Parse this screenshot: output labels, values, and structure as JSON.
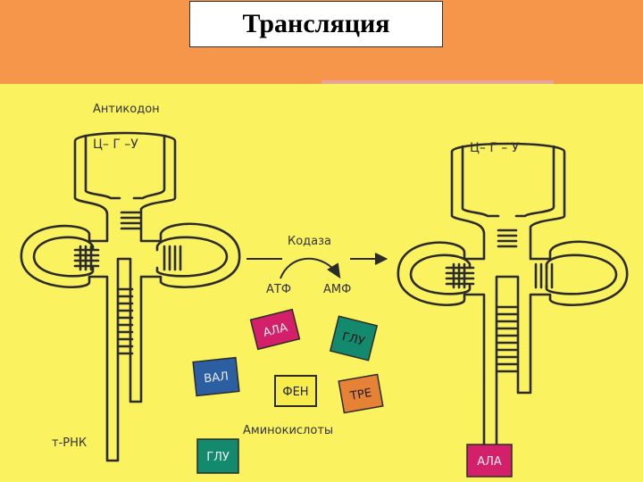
{
  "title": "Трансляция",
  "colors": {
    "header_bg": "#f5964b",
    "diagram_bg": "#fbf25f",
    "outline": "#2b2b2b",
    "label_text": "#333333",
    "ala": "#d4206a",
    "glu": "#138a6e",
    "val": "#2c5ea2",
    "phe": "#f7ec4a",
    "tre": "#e58235"
  },
  "labels": {
    "anticodon": "Антикодон",
    "codon_left": "Ц– Г –У",
    "codon_right": "Ц– Г – У",
    "enzyme": "Кодаза",
    "atp": "АТФ",
    "amp": "АМФ",
    "amino_acids": "Аминокислоты",
    "trna": "т-РНК"
  },
  "amino_acids": {
    "ala_free": "АЛА",
    "glu_top": "ГЛУ",
    "val": "ВАЛ",
    "phe": "ФЕН",
    "tre": "ТРЕ",
    "glu_bottom": "ГЛУ",
    "ala_attached": "АЛА"
  },
  "icons": {
    "reaction_arrow": "right-arrow",
    "cofactor_arrow": "curved-arrow"
  }
}
